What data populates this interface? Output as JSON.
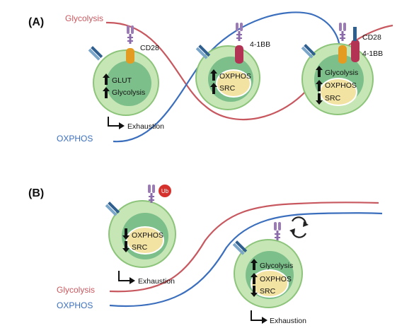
{
  "colors": {
    "glycolysis": "#c8585f",
    "oxphos": "#3b6fbd",
    "cell_outer": "#c7e6b6",
    "cell_outer_stroke": "#8cc47a",
    "nucleus": "#7dbf8a",
    "mito": "#f3e3a3",
    "cd28": "#e39b22",
    "bb41": "#b33355",
    "tcr": "#7aa6c9",
    "ub": "#d5322e"
  },
  "panel_a": {
    "label": "(A)",
    "glycolysis_label": "Glycolysis",
    "oxphos_label": "OXPHOS",
    "cell1": {
      "receptor": "CD28",
      "line1": "GLUT",
      "line2": "Glycolysis",
      "exhaustion": "Exhaustion"
    },
    "cell2": {
      "receptor": "4-1BB",
      "line1": "OXPHOS",
      "line2": "SRC"
    },
    "cell3": {
      "receptor_top": "CD28",
      "receptor_bottom": "4-1BB",
      "line1": "Glycolysis",
      "line2": "OXPHOS",
      "line3": "SRC"
    }
  },
  "panel_b": {
    "label": "(B)",
    "glycolysis_label": "Glycolysis",
    "oxphos_label": "OXPHOS",
    "cell1": {
      "ub": "Ub",
      "line1": "OXPHOS",
      "line2": "SRC",
      "exhaustion": "Exhaustion"
    },
    "cell2": {
      "line1": "Glycolysis",
      "line2": "OXPHOS",
      "line3": "SRC",
      "exhaustion": "Exhaustion"
    }
  }
}
